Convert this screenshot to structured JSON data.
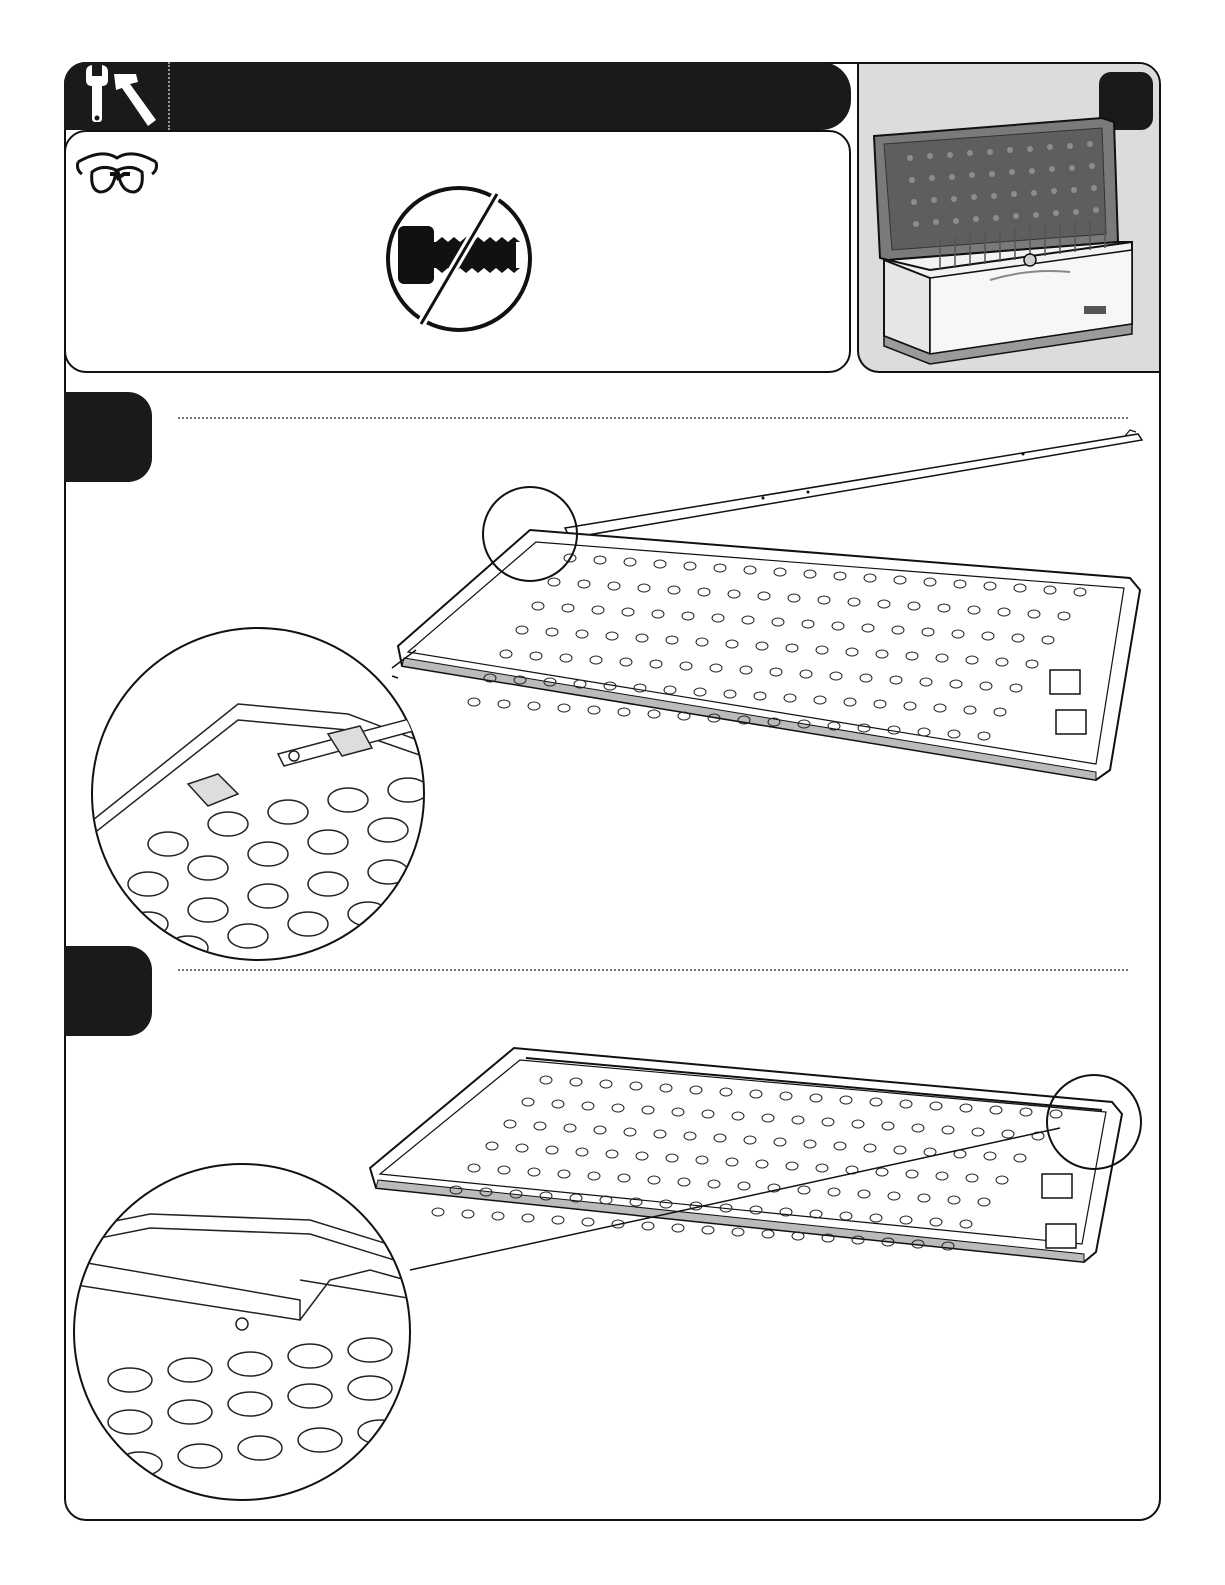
{
  "header": {
    "title": "",
    "tool_icon": "wrench-hammer-icon"
  },
  "notes": {
    "safety_icon": "safety-glasses-icon",
    "no_bolt_icon": "no-bolt-icon"
  },
  "preview": {
    "page_number": "",
    "image": "storage-box-open-illustration"
  },
  "steps": [
    {
      "number": "",
      "text": "",
      "illustration": "lid-with-rod-insertion",
      "detail_icon": "magnify-detail-icon"
    },
    {
      "number": "",
      "text": "",
      "illustration": "lid-rod-seated",
      "detail_icon": "magnify-detail-icon"
    }
  ],
  "colors": {
    "ink": "#1a1a1a",
    "panel_gray": "#dcdcdc",
    "paper": "#ffffff"
  }
}
